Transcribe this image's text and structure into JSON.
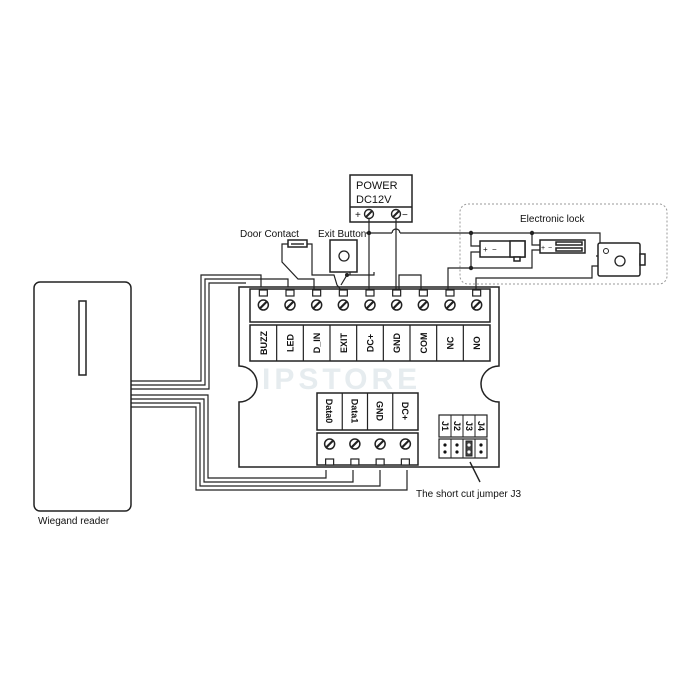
{
  "power": {
    "title_line1": "POWER",
    "title_line2": "DC12V",
    "plus": "+",
    "minus": "−"
  },
  "labels": {
    "door_contact": "Door Contact",
    "exit_button": "Exit Button",
    "electronic_lock": "Electronic lock",
    "wiegand_reader": "Wiegand reader",
    "jumper_note": "The short cut jumper J3",
    "lock_plus": "+",
    "lock_minus": "−"
  },
  "top_terminals": [
    "BUZZ",
    "LED",
    "D_IN",
    "EXIT",
    "DC+",
    "GND",
    "COM",
    "NC",
    "NO"
  ],
  "bottom_terminals": [
    "Data0",
    "Data1",
    "GND",
    "DC+"
  ],
  "jumpers": [
    "J1",
    "J2",
    "J3",
    "J4"
  ],
  "watermark": "IPSTORE"
}
